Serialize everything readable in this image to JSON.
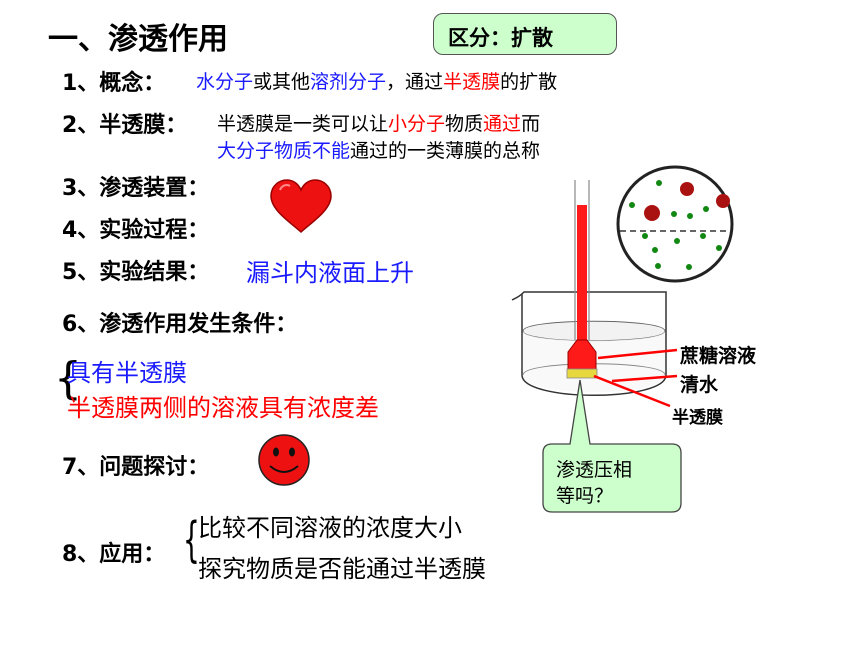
{
  "title": "一、渗透作用",
  "callout_top": "区分：扩散",
  "items": {
    "concept": {
      "label": "1、概念：",
      "parts": [
        "水分子",
        "或其他",
        "溶剂分子",
        "，通过",
        "半透膜",
        "的扩散"
      ]
    },
    "membrane": {
      "label": "2、半透膜：",
      "line1": [
        "半透膜是一类可以让",
        "小分子",
        "物质",
        "通过",
        "而"
      ],
      "line2": [
        "大分子物质不能",
        "通过的一类薄膜的总称"
      ]
    },
    "device": {
      "label": "3、渗透装置："
    },
    "process": {
      "label": "4、实验过程："
    },
    "result": {
      "label": "5、实验结果：",
      "value": "漏斗内液面上升"
    },
    "conditions": {
      "label": "6、渗透作用发生条件：",
      "c1": "具有半透膜",
      "c2_parts": [
        "半透膜两侧的溶液具有",
        "浓度差"
      ]
    },
    "discussion": {
      "label": "7、问题探讨："
    },
    "application": {
      "label": "8、应用：",
      "a1": "比较不同溶液的浓度大小",
      "a2": "探究物质是否能通过半透膜"
    }
  },
  "diagram": {
    "label_sucrose": "蔗糖溶液",
    "label_water": "清水",
    "label_membrane": "半透膜",
    "callout_bottom_line1": "渗透压相",
    "callout_bottom_line2": "等吗？"
  },
  "colors": {
    "blue": "#1a1aff",
    "red": "#ff0000",
    "callout_fill": "#ccffcc",
    "smiley": "#ee1111"
  },
  "icons": [
    "heart-icon",
    "smiley-icon"
  ]
}
